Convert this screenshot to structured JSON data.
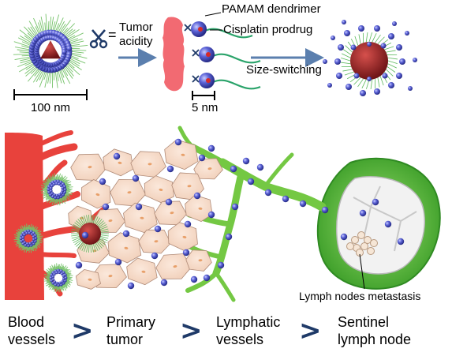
{
  "top": {
    "scale_bar_label": "100 nm",
    "equals_sign": "=",
    "trigger_label_line1": "Tumor",
    "trigger_label_line2": "acidity",
    "dendrimer_label": "PAMAM dendrimer",
    "prodrug_label": "Cisplatin prodrug",
    "small_scale_label": "5 nm",
    "switch_label": "Size-switching"
  },
  "middle": {
    "metastasis_label": "Lymph nodes metastasis"
  },
  "stages": [
    {
      "line1": "Blood",
      "line2": "vessels"
    },
    {
      "line1": "Primary",
      "line2": "tumor"
    },
    {
      "line1": "Lymphatic",
      "line2": "vessels"
    },
    {
      "line1": "Sentinel",
      "line2": "lymph node"
    }
  ],
  "separator": ">",
  "colors": {
    "vessel_red": "#e8423c",
    "lymph_green": "#74c843",
    "cell_peach": "#f6d9c6",
    "particle_blue": "#4f55c8",
    "core_red": "#a8262a",
    "arrow_blue": "#5b7fae",
    "chevron_navy": "#1f3a68"
  },
  "icons": [
    "scissors-icon",
    "arrow-right-icon",
    "chevron-right-icon"
  ]
}
